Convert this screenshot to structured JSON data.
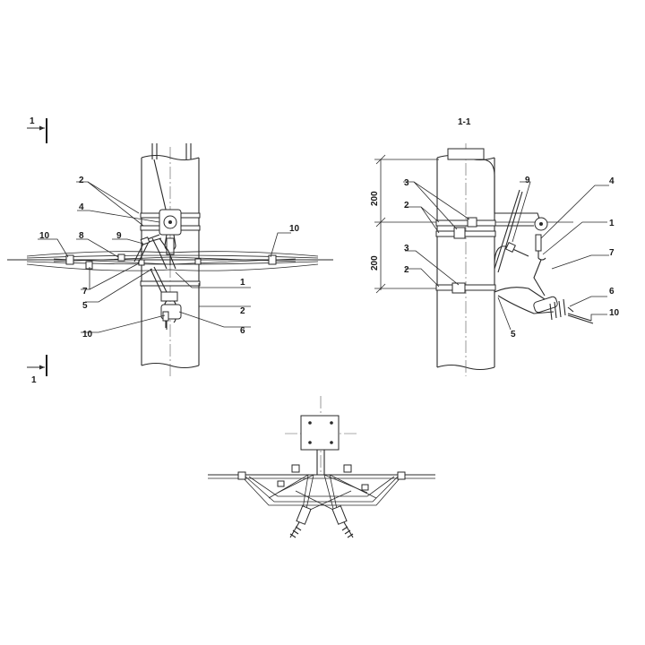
{
  "front_view": {
    "section_mark_top": "1",
    "section_mark_bottom": "1",
    "labels": {
      "l2_top": "2",
      "l4": "4",
      "l10_left": "10",
      "l8": "8",
      "l9": "9",
      "l10_right": "10",
      "l7": "7",
      "l1": "1",
      "l5": "5",
      "l2_bottom": "2",
      "l6": "6",
      "l10_bottom": "10"
    }
  },
  "section_view": {
    "title": "1-1",
    "dim_upper": "200",
    "dim_lower": "200",
    "labels": {
      "l3_top": "3",
      "l2_top": "2",
      "l9": "9",
      "l4": "4",
      "l1": "1",
      "l3_bottom": "3",
      "l2_bottom": "2",
      "l7": "7",
      "l6": "6",
      "l10": "10",
      "l5": "5"
    }
  }
}
